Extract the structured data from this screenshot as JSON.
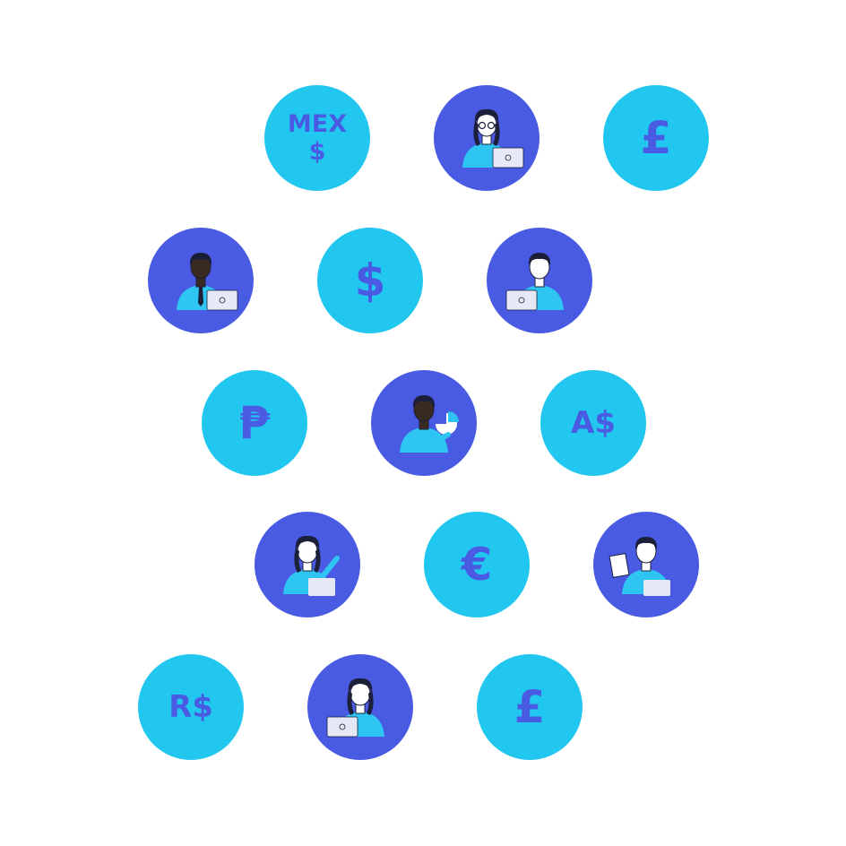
{
  "palette": {
    "cyan": "#22c7ef",
    "blue": "#4a5be3",
    "shirt": "#2ec5f2",
    "hair": "#1b1f3a",
    "skin_light": "#ffffff",
    "skin_dark": "#3a2b22",
    "laptop": "#e6e8f5"
  },
  "items": [
    {
      "kind": "currency",
      "symbol": "MEX\n$"
    },
    {
      "kind": "person",
      "icon": "woman-glasses-laptop-icon"
    },
    {
      "kind": "currency",
      "symbol": "£"
    },
    {
      "kind": "person",
      "icon": "man-tie-laptop-icon"
    },
    {
      "kind": "currency",
      "symbol": "$"
    },
    {
      "kind": "person",
      "icon": "man-turtleneck-laptop-icon"
    },
    {
      "kind": "currency",
      "symbol": "₱"
    },
    {
      "kind": "person",
      "icon": "man-pie-chart-icon"
    },
    {
      "kind": "currency",
      "symbol": "A$"
    },
    {
      "kind": "person",
      "icon": "woman-pointing-laptop-icon"
    },
    {
      "kind": "currency",
      "symbol": "€"
    },
    {
      "kind": "person",
      "icon": "man-document-laptop-icon"
    },
    {
      "kind": "currency",
      "symbol": "R$"
    },
    {
      "kind": "person",
      "icon": "woman-laptop-icon"
    },
    {
      "kind": "currency",
      "symbol": "£"
    }
  ]
}
